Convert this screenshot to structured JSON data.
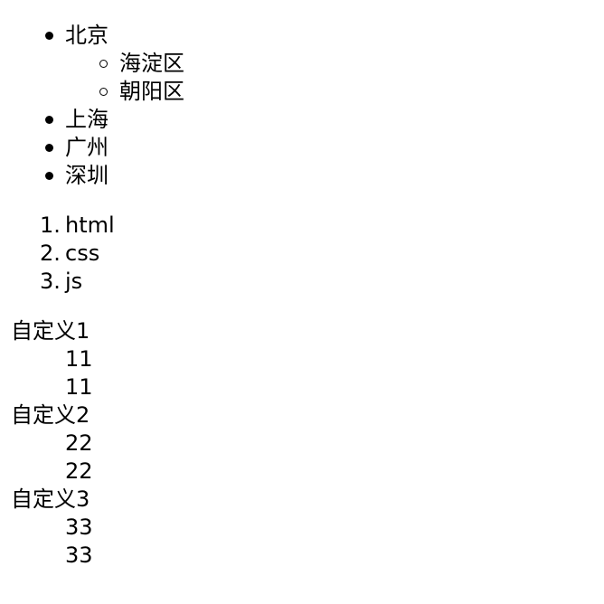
{
  "unordered_list": {
    "items": [
      {
        "label": "北京",
        "children": [
          "海淀区",
          "朝阳区"
        ]
      },
      {
        "label": "上海"
      },
      {
        "label": "广州"
      },
      {
        "label": "深圳"
      }
    ]
  },
  "ordered_list": {
    "items": [
      {
        "num": "1.",
        "label": "html"
      },
      {
        "num": "2.",
        "label": "css"
      },
      {
        "num": "3.",
        "label": "js"
      }
    ]
  },
  "definition_list": {
    "groups": [
      {
        "term": "自定义1",
        "descriptions": [
          "11",
          "11"
        ]
      },
      {
        "term": "自定义2",
        "descriptions": [
          "22",
          "22"
        ]
      },
      {
        "term": "自定义3",
        "descriptions": [
          "33",
          "33"
        ]
      }
    ]
  }
}
